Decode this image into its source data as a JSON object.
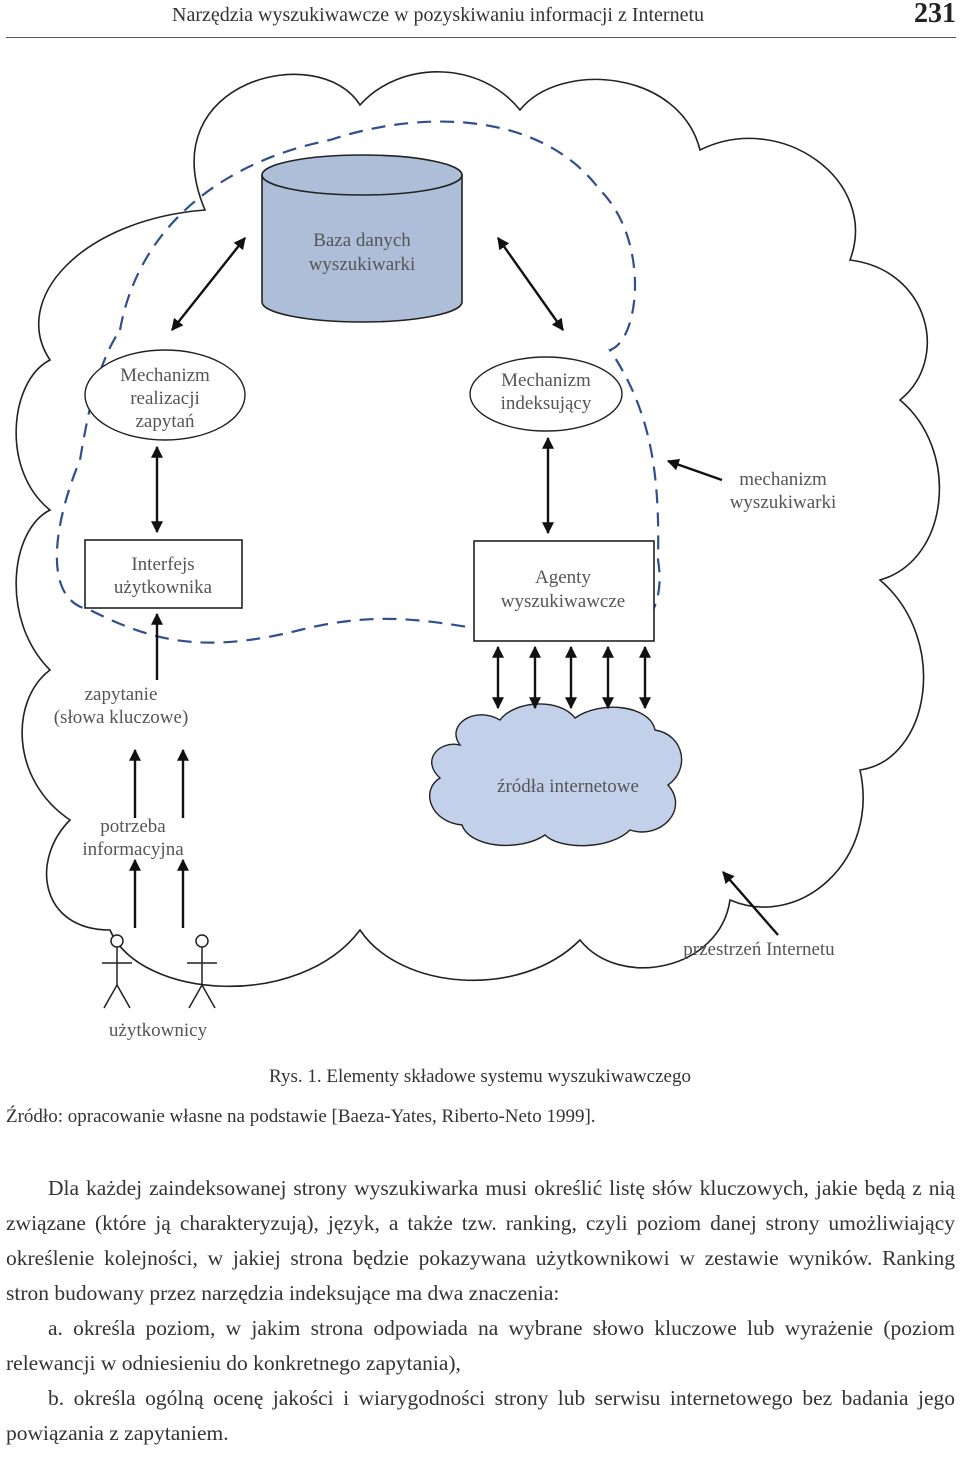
{
  "header": {
    "title": "Narzędzia wyszukiwawcze w pozyskiwaniu informacji z Internetu",
    "page_number": "231"
  },
  "figure": {
    "labels": {
      "database": [
        "Baza danych",
        "wyszukiwarki"
      ],
      "query_engine": [
        "Mechanizm",
        "realizacji",
        "zapytań"
      ],
      "indexer": [
        "Mechanizm",
        "indeksujący"
      ],
      "search_engine_mechanism": [
        "mechanizm",
        "wyszukiwarki"
      ],
      "user_interface": [
        "Interfejs",
        "użytkownika"
      ],
      "search_agents": [
        "Agenty",
        "wyszukiwawcze"
      ],
      "query": [
        "zapytanie",
        "(słowa kluczowe)"
      ],
      "internet_sources": "źródła internetowe",
      "information_need": [
        "potrzeba",
        "informacyjna"
      ],
      "internet_space": "przestrzeń Internetu",
      "users": "użytkownicy"
    },
    "colors": {
      "database_fill": "#aebdd8",
      "sources_fill": "#c2d0ea",
      "dashed_boundary": "#2f4f8f",
      "outline": "#222222"
    },
    "caption": "Rys. 1. Elementy składowe systemu wyszukiwawczego",
    "source": "Źródło: opracowanie własne na podstawie [Baeza-Yates, Riberto-Neto 1999]."
  },
  "body": {
    "paragraph": "Dla każdej zaindeksowanej strony wyszukiwarka musi określić listę słów kluczowych, jakie będą z nią związane (które ją charakteryzują), język, a także tzw. ranking, czyli poziom danej strony umożliwiający określenie kolejności, w jakiej strona będzie pokazywana użytkownikowi w zestawie wyników. Ranking stron budowany przez narzędzia indeksujące ma dwa znaczenia:",
    "item_a": "a. określa poziom, w jakim strona odpowiada na wybrane słowo kluczowe lub wyrażenie (poziom relewancji w odniesieniu do konkretnego zapytania),",
    "item_b": "b. określa ogólną ocenę jakości i wiarygodności strony lub serwisu internetowego bez badania jego powiązania z zapytaniem."
  }
}
